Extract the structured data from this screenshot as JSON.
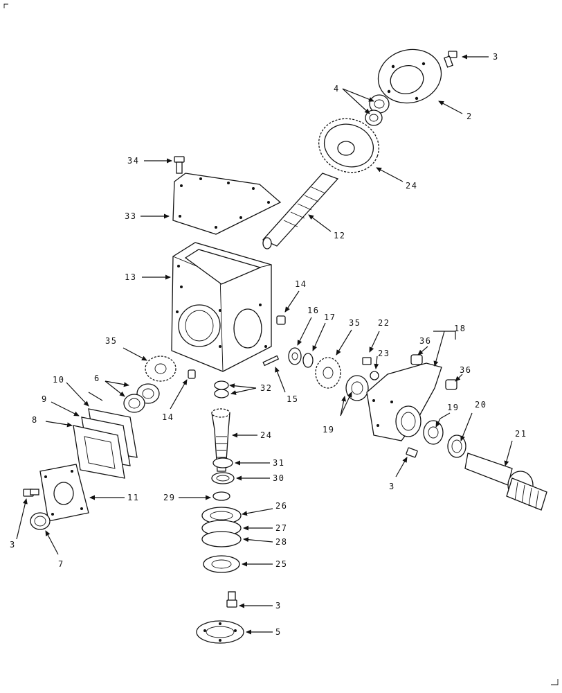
{
  "callouts": [
    "3",
    "4",
    "2",
    "24",
    "34",
    "33",
    "12",
    "13",
    "14",
    "16",
    "17",
    "35",
    "22",
    "18",
    "23",
    "36",
    "35",
    "10",
    "6",
    "9",
    "8",
    "32",
    "14",
    "15",
    "24",
    "19",
    "20",
    "21",
    "31",
    "30",
    "3",
    "29",
    "11",
    "26",
    "27",
    "28",
    "3",
    "7",
    "25",
    "3",
    "5",
    "19",
    "36"
  ],
  "colors": {
    "ink": "#111111",
    "paper": "#ffffff"
  }
}
